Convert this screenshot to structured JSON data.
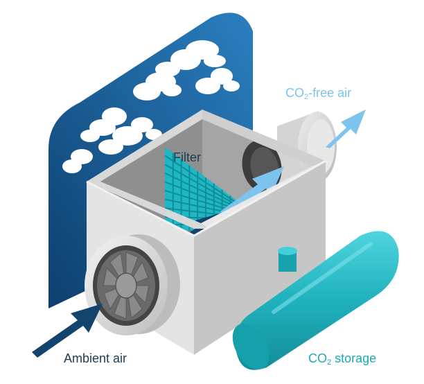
{
  "labels": {
    "filter": "Filter",
    "ambient_air": "Ambient air",
    "co2_free": {
      "prefix": "CO",
      "subscript": "2",
      "suffix": "-free air"
    },
    "co2_storage": {
      "prefix": "CO",
      "subscript": "2",
      "suffix": " storage"
    }
  },
  "colors": {
    "sky_dark": "#0d3f6e",
    "sky_light": "#2a7fc0",
    "cloud": "#ffffff",
    "box_light": "#e4e4e4",
    "box_mid": "#c6c6c6",
    "box_dark": "#8f8f8f",
    "filter": "#1fb7c4",
    "storage": "#1fb1bd",
    "arrow_dark": "#13446e",
    "arrow_light": "#7cc4ee",
    "label_dark": "#1d3c52",
    "label_light": "#7cc4ee",
    "label_teal": "#1aa9b6"
  },
  "icons": [
    "fan-icon",
    "cloud-icon",
    "arrow-icon",
    "filter-grid-icon",
    "tank-icon"
  ]
}
